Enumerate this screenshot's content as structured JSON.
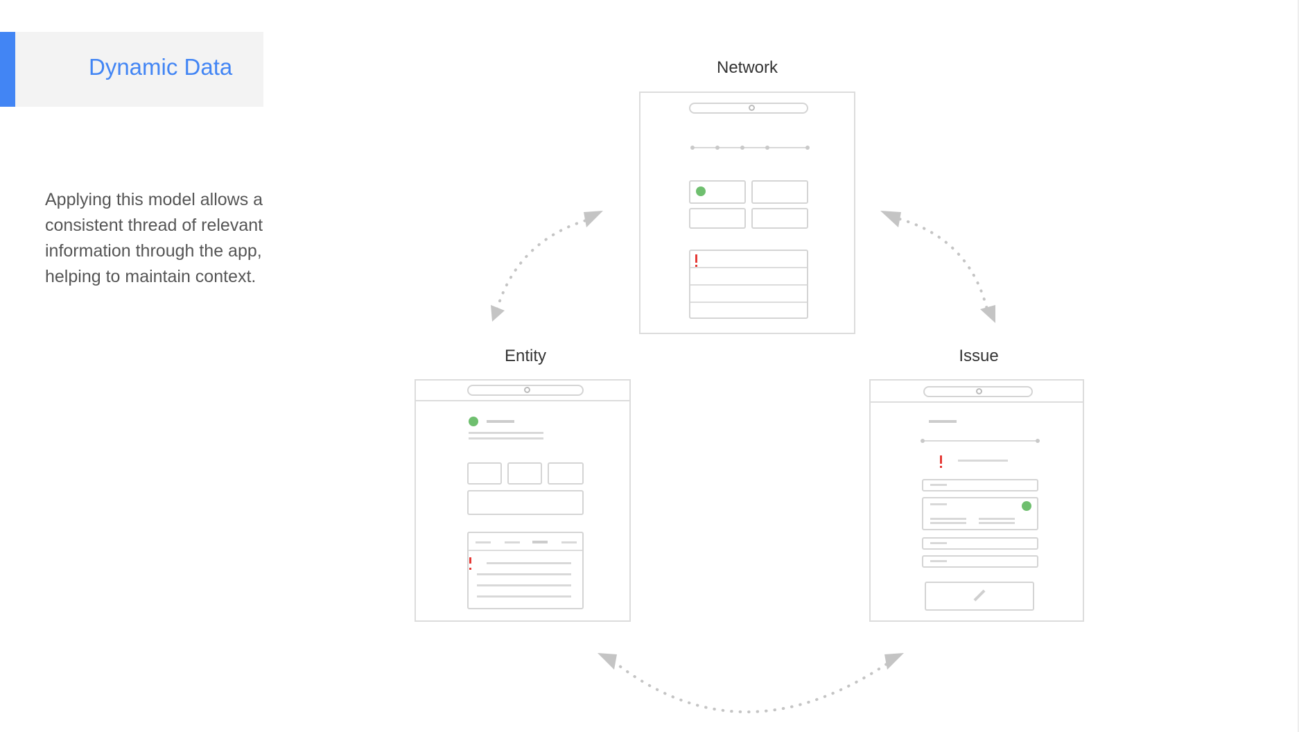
{
  "title": "Dynamic Data",
  "description": "Applying this model allows a consistent thread of relevant information through the app, helping to maintain context.",
  "screens": {
    "network": {
      "label": "Network"
    },
    "entity": {
      "label": "Entity"
    },
    "issue": {
      "label": "Issue"
    }
  },
  "colors": {
    "accent": "#4285f4",
    "alert": "#e53935",
    "status_ok": "#6fbf6f",
    "arrow": "#c4c4c4"
  }
}
